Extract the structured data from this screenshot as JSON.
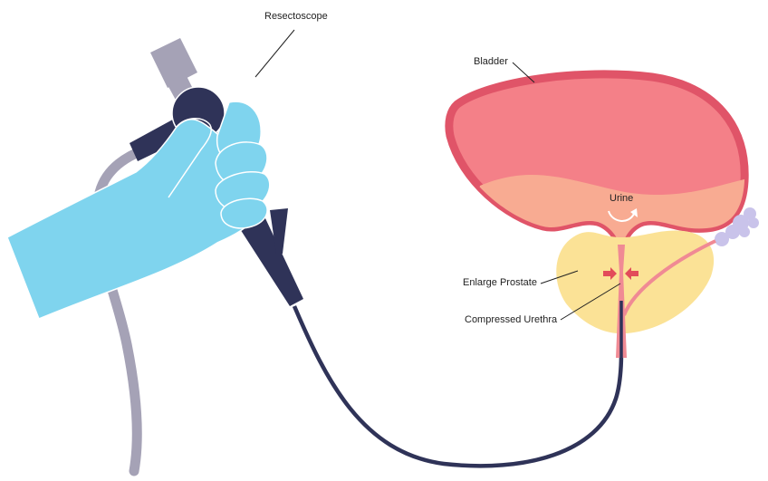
{
  "labels": {
    "resectoscope": "Resectoscope",
    "bladder": "Bladder",
    "urine": "Urine",
    "enlarged_prostate": "Enlarge Prostate",
    "compressed_urethra": "Compressed Urethra"
  },
  "colors": {
    "bladder_wall": "#e05468",
    "bladder_fill": "#f48088",
    "urine": "#f8ab92",
    "prostate": "#fbe296",
    "urethra": "#f08a94",
    "instrument_dark": "#2f3358",
    "cable_gray": "#a5a2b6",
    "glove": "#7fd4ee",
    "vesicle": "#c9c3ea"
  }
}
